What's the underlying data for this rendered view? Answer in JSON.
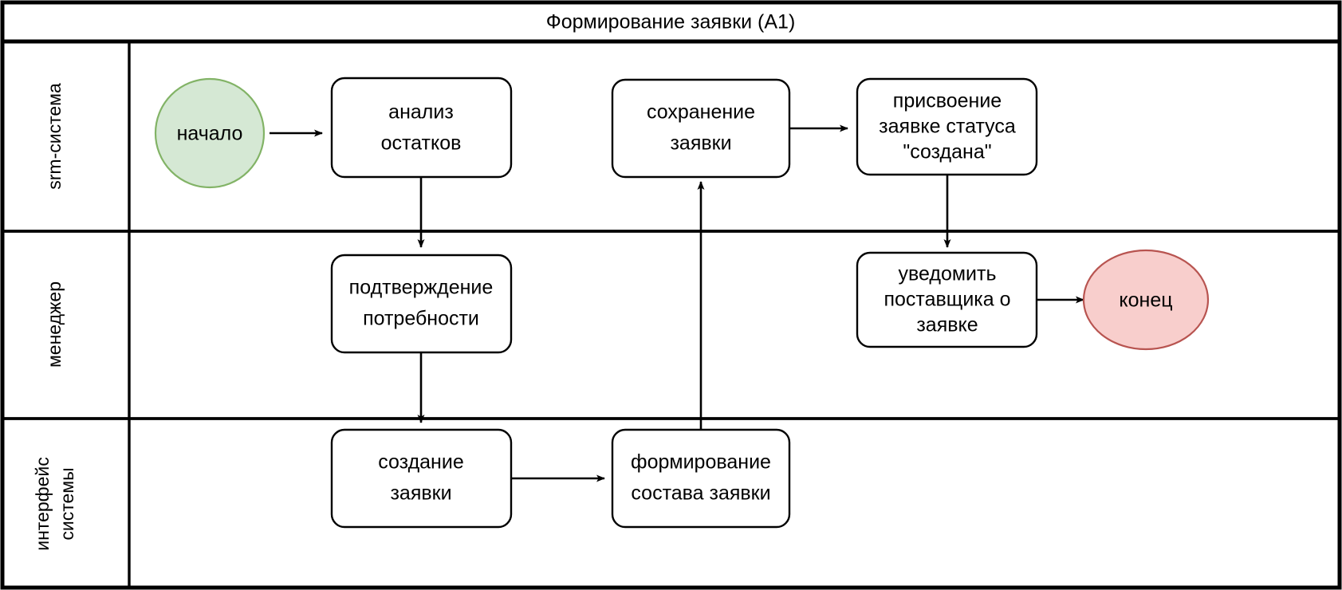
{
  "diagram": {
    "title": "Формирование заявки (А1)",
    "type": "swimlane-flowchart",
    "colors": {
      "start_fill": "#d5e8d4",
      "start_stroke": "#82b366",
      "end_fill": "#f8cecc",
      "end_stroke": "#b85450",
      "node_fill": "#ffffff",
      "node_stroke": "#000000",
      "frame_stroke": "#000000",
      "background": "#ffffff"
    },
    "lanes": [
      {
        "id": "lane-srm",
        "label": "srm-система",
        "label_lines": [
          "srm-система"
        ]
      },
      {
        "id": "lane-manager",
        "label": "менеджер",
        "label_lines": [
          "менеджер"
        ]
      },
      {
        "id": "lane-interface",
        "label": "интерфейс системы",
        "label_lines": [
          "интерфейс",
          "системы"
        ]
      }
    ],
    "nodes": [
      {
        "id": "node-start",
        "shape": "circle",
        "lane": "lane-srm",
        "label": "начало",
        "label_lines": [
          "начало"
        ]
      },
      {
        "id": "node-analiz-ostatkov",
        "shape": "rounded-rect",
        "lane": "lane-srm",
        "label": "анализ остатков",
        "label_lines": [
          "анализ",
          "остатков"
        ]
      },
      {
        "id": "node-sohranenie-zayavki",
        "shape": "rounded-rect",
        "lane": "lane-srm",
        "label": "сохранение заявки",
        "label_lines": [
          "сохранение",
          "заявки"
        ]
      },
      {
        "id": "node-prisvoenie-statusa",
        "shape": "rounded-rect",
        "lane": "lane-srm",
        "label": "присвоение заявке статуса \"создана\"",
        "label_lines": [
          "присвоение",
          "заявке статуса",
          "\"создана\""
        ]
      },
      {
        "id": "node-podtverzhdenie-potrebnosti",
        "shape": "rounded-rect",
        "lane": "lane-manager",
        "label": "подтверждение потребности",
        "label_lines": [
          "подтверждение",
          "потребности"
        ]
      },
      {
        "id": "node-uvedomit-postavshchika",
        "shape": "rounded-rect",
        "lane": "lane-manager",
        "label": "уведомить поставщика о заявке",
        "label_lines": [
          "уведомить",
          "поставщика о",
          "заявке"
        ]
      },
      {
        "id": "node-end",
        "shape": "circle",
        "lane": "lane-manager",
        "label": "конец",
        "label_lines": [
          "конец"
        ]
      },
      {
        "id": "node-sozdanie-zayavki",
        "shape": "rounded-rect",
        "lane": "lane-interface",
        "label": "создание заявки",
        "label_lines": [
          "создание",
          "заявки"
        ]
      },
      {
        "id": "node-formirovanie-sostava",
        "shape": "rounded-rect",
        "lane": "lane-interface",
        "label": "формирование состава заявки",
        "label_lines": [
          "формирование",
          "состава заявки"
        ]
      }
    ],
    "edges": [
      {
        "id": "edge-start-analiz",
        "from": "node-start",
        "to": "node-analiz-ostatkov",
        "label": ""
      },
      {
        "id": "edge-analiz-podtverzhdenie",
        "from": "node-analiz-ostatkov",
        "to": "node-podtverzhdenie-potrebnosti",
        "label": ""
      },
      {
        "id": "edge-podtverzhdenie-sozdanie",
        "from": "node-podtverzhdenie-potrebnosti",
        "to": "node-sozdanie-zayavki",
        "label": ""
      },
      {
        "id": "edge-sozdanie-formirovanie",
        "from": "node-sozdanie-zayavki",
        "to": "node-formirovanie-sostava",
        "label": ""
      },
      {
        "id": "edge-formirovanie-sohranenie",
        "from": "node-formirovanie-sostava",
        "to": "node-sohranenie-zayavki",
        "label": ""
      },
      {
        "id": "edge-sohranenie-prisvoenie",
        "from": "node-sohranenie-zayavki",
        "to": "node-prisvoenie-statusa",
        "label": ""
      },
      {
        "id": "edge-prisvoenie-uvedomit",
        "from": "node-prisvoenie-statusa",
        "to": "node-uvedomit-postavshchika",
        "label": ""
      },
      {
        "id": "edge-uvedomit-end",
        "from": "node-uvedomit-postavshchika",
        "to": "node-end",
        "label": ""
      }
    ]
  }
}
